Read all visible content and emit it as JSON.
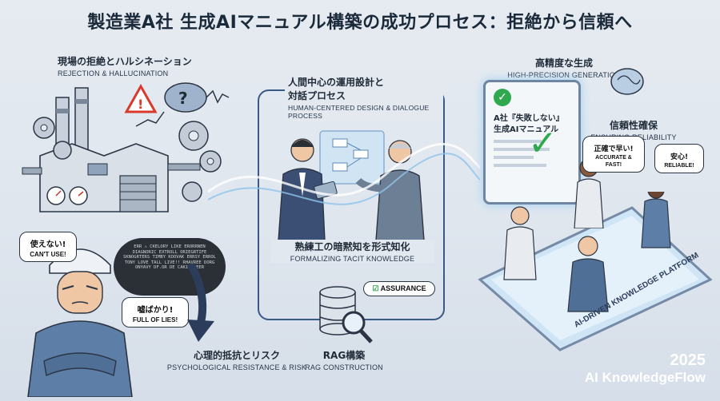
{
  "title": "製造業A社 生成AIマニュアル構築の成功プロセス：拒絶から信頼へ",
  "sections": {
    "rejection": {
      "jp": "現場の拒絶とハルシネーション",
      "en": "REJECTION & HALLUCINATION"
    },
    "psych": {
      "jp": "心理的抵抗とリスク",
      "en": "PSYCHOLOGICAL RESISTANCE & RISK"
    },
    "human": {
      "jp1": "人間中心の運用設計と",
      "jp2": "対話プロセス",
      "en": "HUMAN-CENTERED DESIGN & DIALOGUE PROCESS"
    },
    "tacit": {
      "jp": "熟練工の暗黙知を形式知化",
      "en": "FORMALIZING TACIT KNOWLEDGE"
    },
    "rag": {
      "jp": "RAG構築",
      "en": "RAG CONSTRUCTION"
    },
    "precision": {
      "jp": "高精度な生成",
      "en": "HIGH-PRECISION GENERATION"
    },
    "reliability": {
      "jp": "信頼性確保",
      "en": "ENSURING RELIABILITY"
    }
  },
  "bubbles": {
    "cant_use": {
      "jp": "使えない!",
      "en": "CAN'T USE!"
    },
    "lies": {
      "jp": "嘘ばかり!",
      "en": "FULL OF LIES!"
    },
    "assurance": "ASSURANCE",
    "accurate": {
      "jp": "正確で早い!",
      "en": "ACCURATE & FAST!"
    },
    "reliable": {
      "jp": "安心!",
      "en": "RELIABLE!"
    }
  },
  "cloud_text": "ERR ⚠ CKELORY LIKE ERORRNEN DIAGNORIC EXTROLL ORIEGRTIFE SKNOGRTERS TIMBY KOOVAK ERRSY ERROL TONY LOVE TALL LIVE!! RHAVREE DORG ONYAVY DF.OR DE CAKI MOEER",
  "manual": {
    "line1": "A社『失敗しない』",
    "line2": "生成AIマニュアル"
  },
  "platform": "AI-DRIVEN KNOWLEDGE PLATFORM",
  "brand": {
    "year": "2025",
    "name": "AI KnowledgeFlow"
  },
  "colors": {
    "accent": "#3a5a86",
    "warning": "#d93a2b",
    "check": "#2fa84f"
  }
}
